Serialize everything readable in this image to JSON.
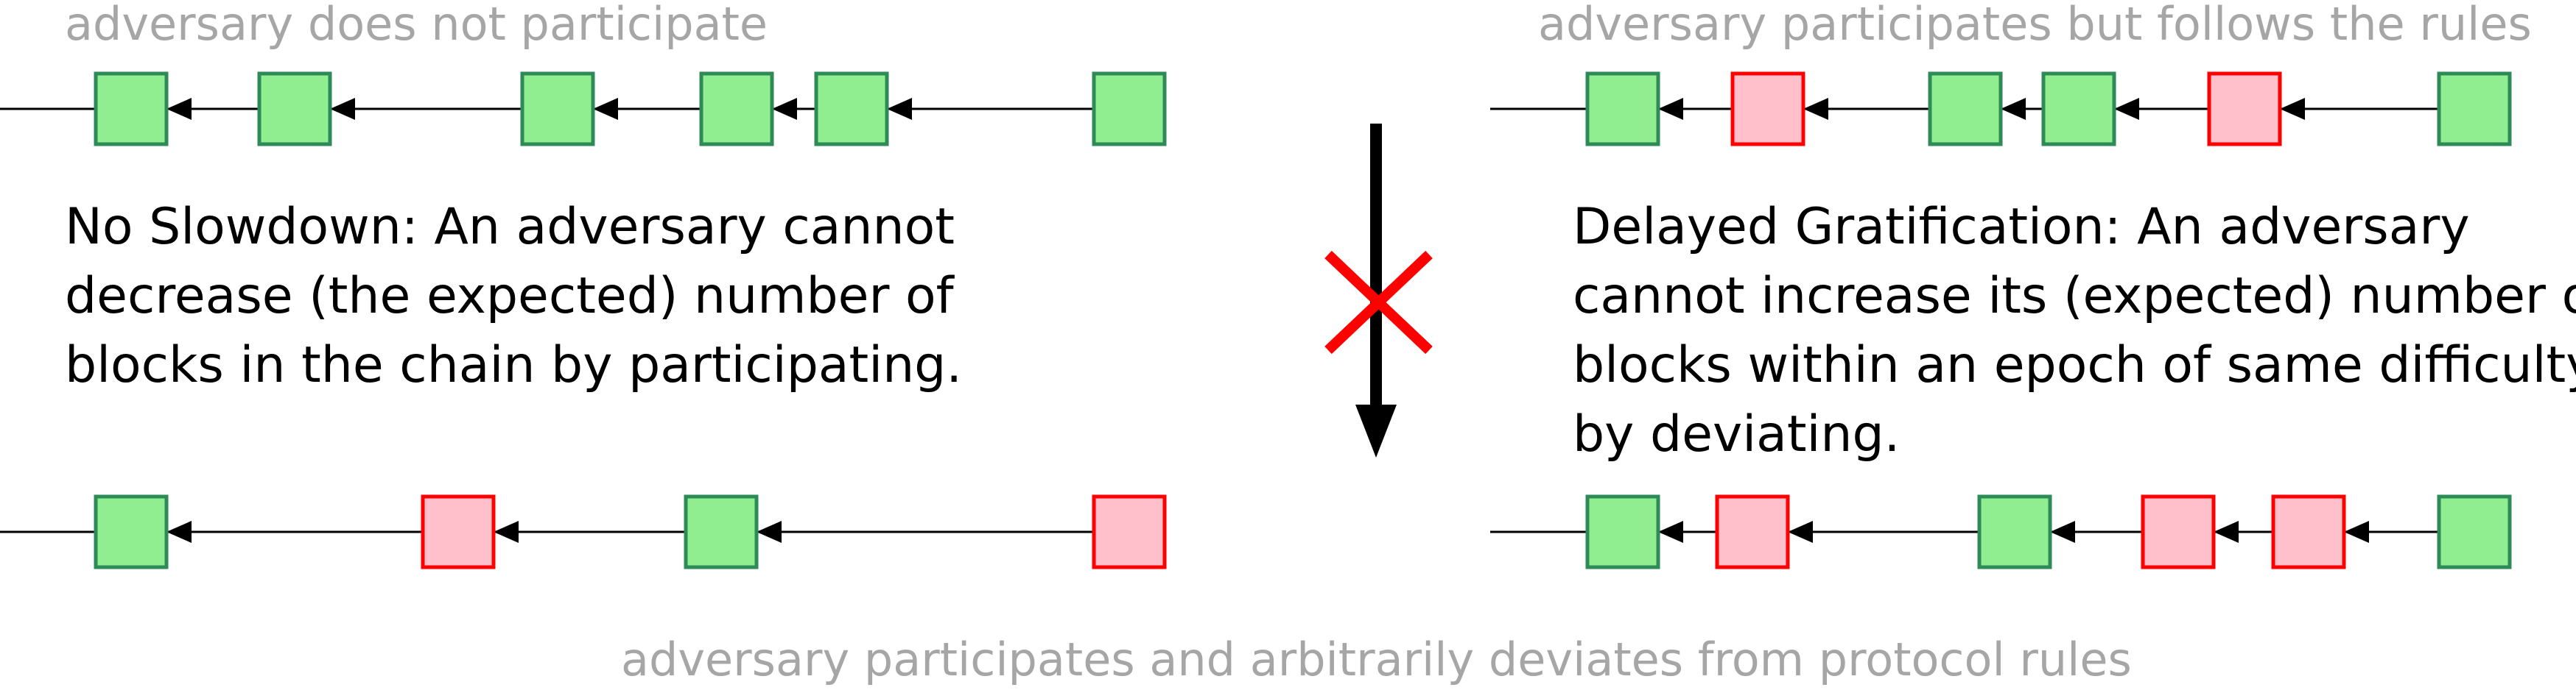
{
  "captions": {
    "top_left": "adversary does not participate",
    "top_right": "adversary participates but follows the rules",
    "bottom": "adversary participates and arbitrarily deviates from protocol rules"
  },
  "properties": {
    "no_slowdown": {
      "lines": [
        "No Slowdown: An adversary cannot",
        "decrease (the expected) number of",
        "blocks in the chain by participating."
      ]
    },
    "delayed_gratification": {
      "lines": [
        "Delayed Gratification: An adversary",
        "cannot increase its (expected) number of",
        "blocks within an epoch of same difficulty",
        "by deviating."
      ]
    }
  },
  "colors": {
    "honest_fill": "#90ee90",
    "honest_stroke": "#2e8b57",
    "adversary_fill": "#ffc0cb",
    "adversary_stroke": "#ff0000",
    "line": "#000000",
    "cross": "#ff0000",
    "caption_text": "#a6a6a6"
  },
  "chains": [
    {
      "id": "top-left",
      "blocks": [
        "honest",
        "honest",
        "honest",
        "honest",
        "honest",
        "honest"
      ]
    },
    {
      "id": "top-right",
      "blocks": [
        "honest",
        "adversary",
        "honest",
        "honest",
        "adversary",
        "honest"
      ]
    },
    {
      "id": "bottom-left",
      "blocks": [
        "honest",
        "adversary",
        "honest",
        "adversary"
      ]
    },
    {
      "id": "bottom-right",
      "blocks": [
        "honest",
        "adversary",
        "honest",
        "adversary",
        "adversary",
        "honest"
      ]
    }
  ],
  "implication": {
    "arrow": "down-arrow",
    "negated": true
  }
}
